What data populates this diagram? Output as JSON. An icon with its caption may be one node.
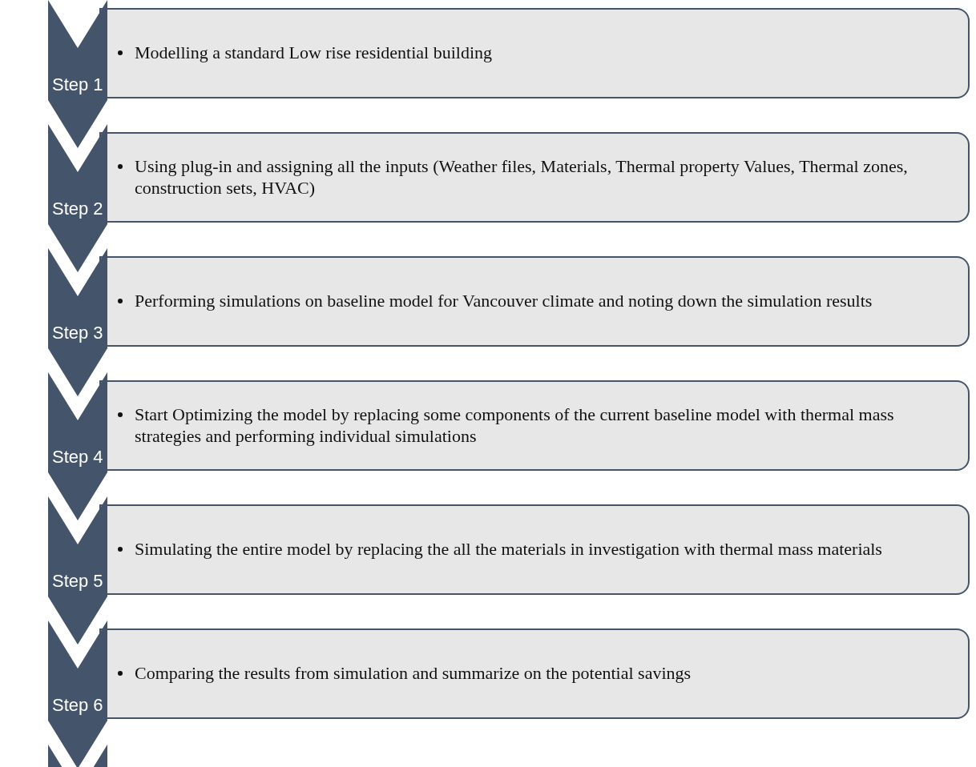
{
  "diagram": {
    "nodes": [
      {
        "text": [
          "Step 1"
        ]
      },
      {
        "text": [
          "Modelling a standard Low rise residential building"
        ]
      },
      {
        "text": [
          "Step 2"
        ]
      },
      {
        "text": [
          "Using plug-in and assigning all the inputs (Weather files, Materials, Thermal property Values, Thermal zones, construction sets, HVAC)"
        ]
      },
      {
        "text": [
          "Step 3"
        ]
      },
      {
        "text": [
          "Performing simulations on baseline model for Vancouver climate and noting down the simulation results"
        ]
      },
      {
        "text": [
          "Step 4"
        ]
      },
      {
        "text": [
          "Start Optimizing the model by replacing some components of the current baseline model with thermal mass strategies and performing individual simulations"
        ]
      },
      {
        "text": [
          "Step 5"
        ]
      },
      {
        "text": [
          "Simulating the entire model by replacing the all the materials in investigation with thermal mass materials"
        ]
      },
      {
        "text": [
          "Step 6"
        ]
      },
      {
        "text": [
          "Comparing the results from simulation and summarize on the potential savings"
        ]
      },
      {
        "text": [],
        "shape": "chevron"
      }
    ]
  }
}
